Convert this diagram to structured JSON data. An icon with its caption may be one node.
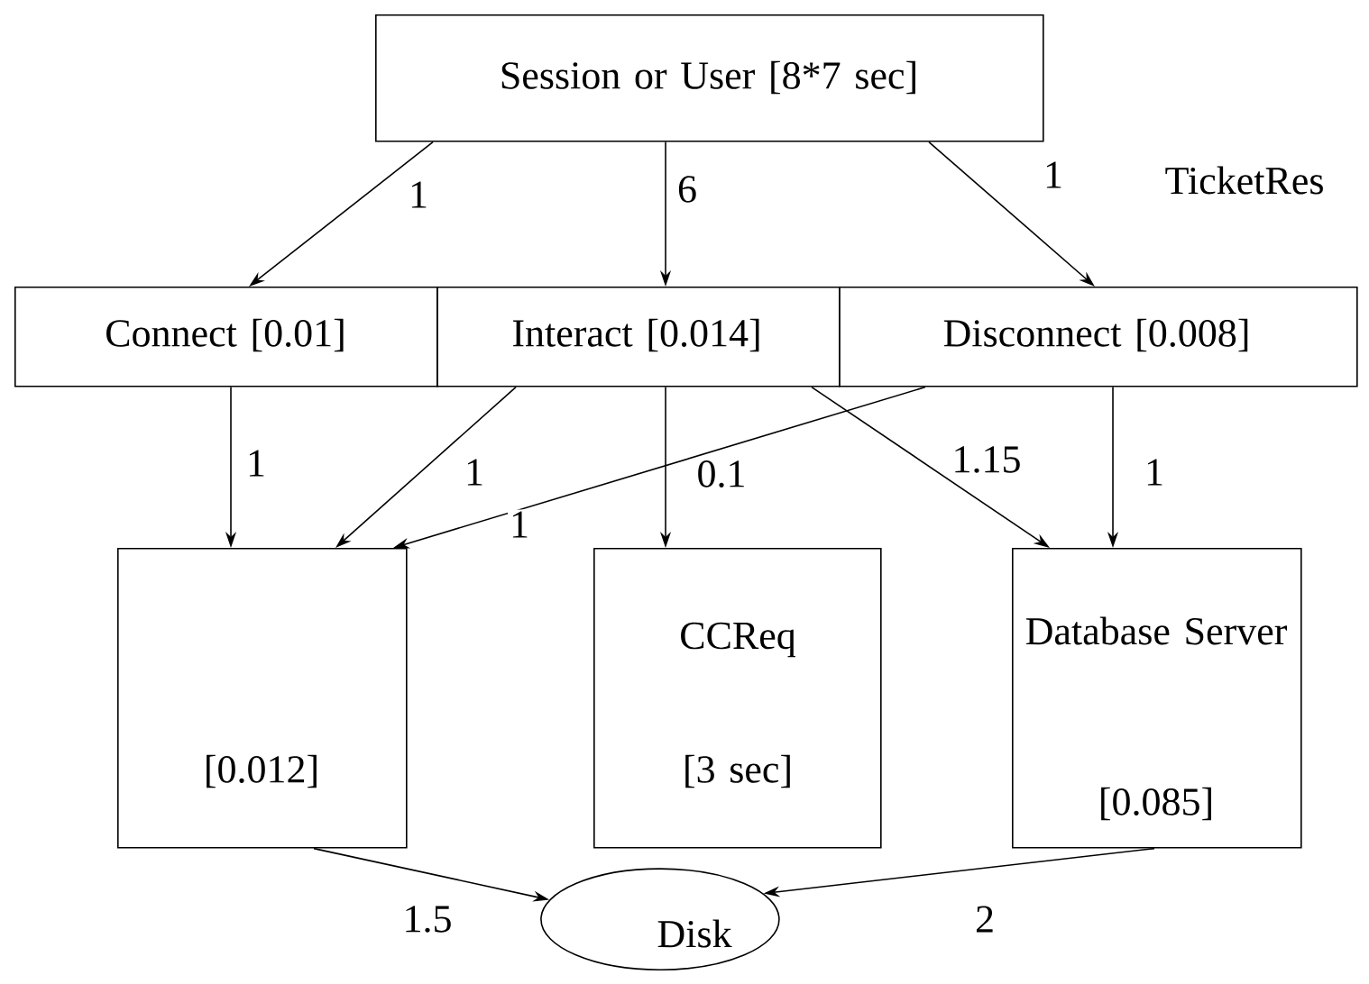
{
  "diagram": {
    "nodes": [
      {
        "text": [
          "Session or User  [8*7 sec]"
        ]
      },
      {
        "text": [
          "Connect [0.01]"
        ]
      },
      {
        "text": [
          "Interact [0.014]"
        ]
      },
      {
        "text": [
          "Disconnect [0.008]"
        ],
        "beside": [
          "TicketRes"
        ]
      },
      {
        "text": [
          "[0.012]"
        ]
      },
      {
        "text": [
          "CCReq",
          "[3 sec]"
        ]
      },
      {
        "text": [
          "Database Server",
          "[0.085]"
        ]
      },
      {
        "text": [
          "Disk"
        ]
      }
    ],
    "edges": [
      {
        "from": 0,
        "to": 1,
        "arrow": "to",
        "label": "1"
      },
      {
        "from": 0,
        "to": 2,
        "arrow": "to",
        "label": "6"
      },
      {
        "from": 0,
        "to": 3,
        "arrow": "to",
        "label": "1"
      },
      {
        "from": 1,
        "to": 4,
        "arrow": "to",
        "label": "1"
      },
      {
        "from": 2,
        "to": 4,
        "arrow": "to",
        "label": "1"
      },
      {
        "from": 3,
        "to": 4,
        "arrow": "to",
        "label": "1"
      },
      {
        "from": 2,
        "to": 5,
        "arrow": "to",
        "label": "0.1"
      },
      {
        "from": 2,
        "to": 6,
        "arrow": "to",
        "label": "1.15"
      },
      {
        "from": 3,
        "to": 6,
        "arrow": "to",
        "label": "1"
      },
      {
        "from": 4,
        "to": 7,
        "arrow": "to",
        "label": "1.5"
      },
      {
        "from": 6,
        "to": 7,
        "arrow": "to",
        "label": "2"
      }
    ]
  }
}
